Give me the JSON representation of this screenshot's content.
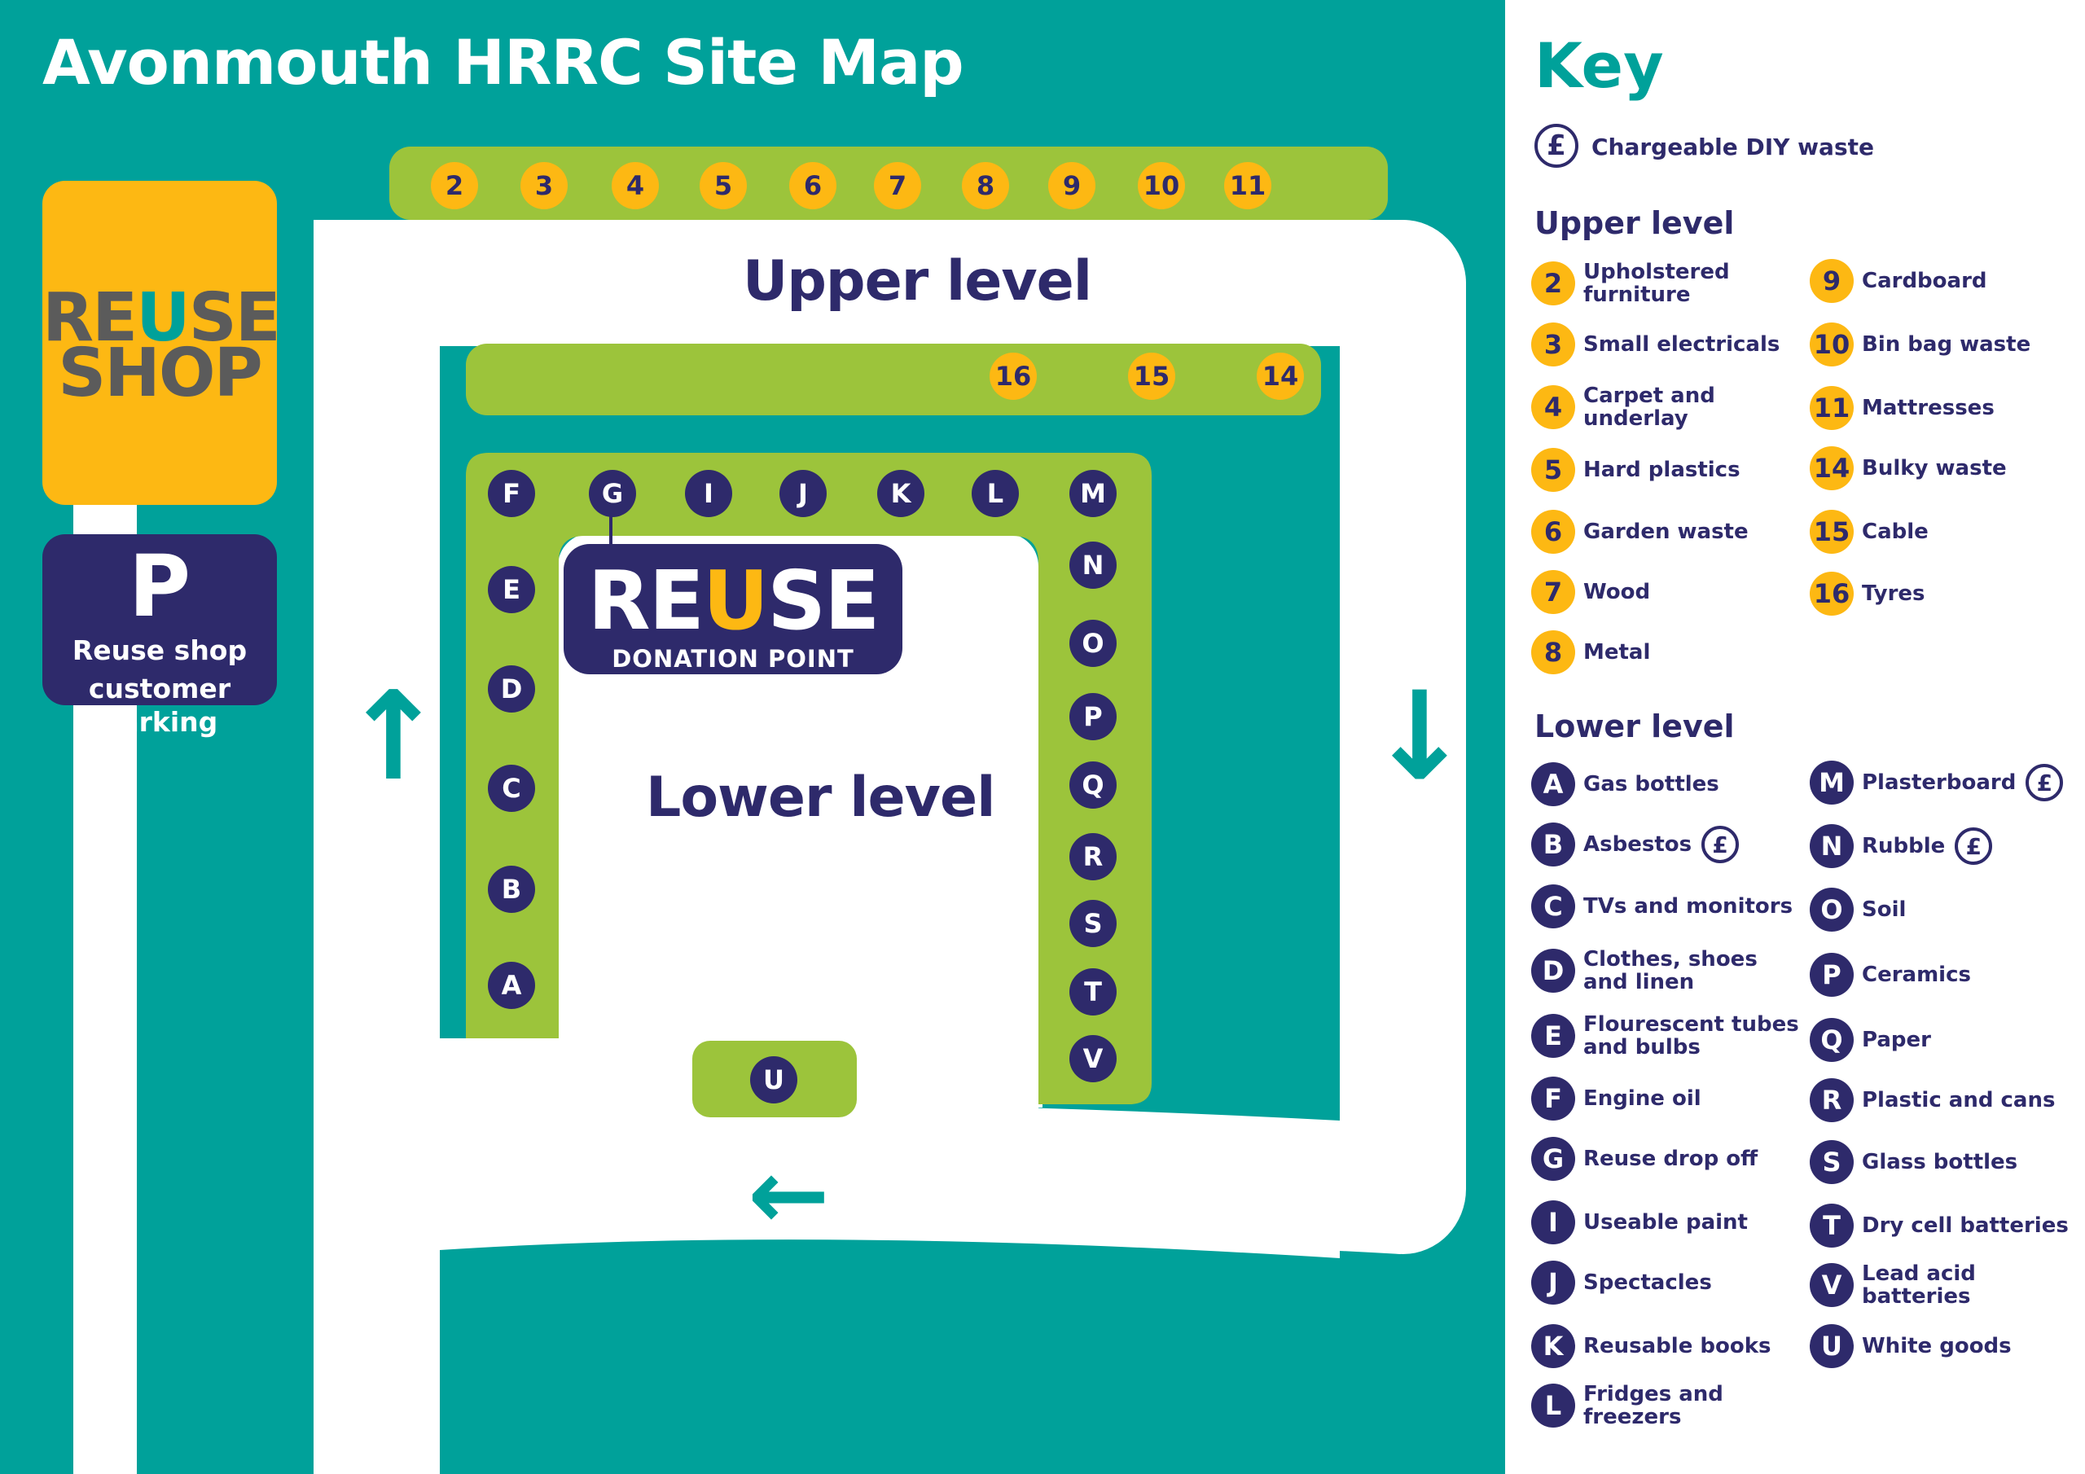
{
  "map": {
    "title": "Avonmouth HRRC Site Map",
    "upper_level_label": "Upper level",
    "lower_level_label": "Lower level",
    "reuse_shop": {
      "line1_pre": "RE",
      "line1_u": "U",
      "line1_post": "SE",
      "line2": "SHOP"
    },
    "parking": {
      "symbol": "P",
      "line1": "Reuse shop",
      "line2": "customer parking"
    },
    "donation_point": {
      "word_pre": "RE",
      "word_u": "U",
      "word_post": "SE",
      "subtitle": "DONATION POINT"
    },
    "upper_bays_top": [
      "2",
      "3",
      "4",
      "5",
      "6",
      "7",
      "8",
      "9",
      "10",
      "11"
    ],
    "upper_bays_inner": [
      "16",
      "15",
      "14"
    ],
    "lower_bays_left": [
      "F",
      "E",
      "D",
      "C",
      "B",
      "A"
    ],
    "lower_bays_top": [
      "G",
      "I",
      "J",
      "K",
      "L",
      "M"
    ],
    "lower_bays_right": [
      "N",
      "O",
      "P",
      "Q",
      "R",
      "S",
      "T",
      "V"
    ],
    "lower_bay_bottom": "U",
    "arrows": {
      "up": "↑",
      "down": "↓",
      "left": "←"
    }
  },
  "key": {
    "title": "Key",
    "chargeable_symbol": "£",
    "chargeable_label": "Chargeable DIY waste",
    "upper_heading": "Upper level",
    "lower_heading": "Lower level",
    "upper_col1": [
      {
        "code": "2",
        "label": "Upholstered furniture"
      },
      {
        "code": "3",
        "label": "Small electricals"
      },
      {
        "code": "4",
        "label": "Carpet and underlay"
      },
      {
        "code": "5",
        "label": "Hard plastics"
      },
      {
        "code": "6",
        "label": "Garden waste"
      },
      {
        "code": "7",
        "label": "Wood"
      },
      {
        "code": "8",
        "label": "Metal"
      }
    ],
    "upper_col2": [
      {
        "code": "9",
        "label": "Cardboard"
      },
      {
        "code": "10",
        "label": "Bin bag waste"
      },
      {
        "code": "11",
        "label": "Mattresses"
      },
      {
        "code": "14",
        "label": "Bulky waste"
      },
      {
        "code": "15",
        "label": "Cable"
      },
      {
        "code": "16",
        "label": "Tyres"
      }
    ],
    "lower_col1": [
      {
        "code": "A",
        "label": "Gas bottles"
      },
      {
        "code": "B",
        "label": "Asbestos",
        "chargeable": true
      },
      {
        "code": "C",
        "label": "TVs and monitors"
      },
      {
        "code": "D",
        "label": "Clothes, shoes and linen"
      },
      {
        "code": "E",
        "label": "Flourescent tubes and bulbs"
      },
      {
        "code": "F",
        "label": "Engine oil"
      },
      {
        "code": "G",
        "label": "Reuse drop off"
      },
      {
        "code": "I",
        "label": "Useable paint"
      },
      {
        "code": "J",
        "label": "Spectacles"
      },
      {
        "code": "K",
        "label": "Reusable books"
      },
      {
        "code": "L",
        "label": "Fridges and freezers"
      }
    ],
    "lower_col2": [
      {
        "code": "M",
        "label": "Plasterboard",
        "chargeable": true
      },
      {
        "code": "N",
        "label": "Rubble",
        "chargeable": true
      },
      {
        "code": "O",
        "label": "Soil"
      },
      {
        "code": "P",
        "label": "Ceramics"
      },
      {
        "code": "Q",
        "label": "Paper"
      },
      {
        "code": "R",
        "label": "Plastic and cans"
      },
      {
        "code": "S",
        "label": "Glass bottles"
      },
      {
        "code": "T",
        "label": "Dry cell batteries"
      },
      {
        "code": "V",
        "label": "Lead acid batteries"
      },
      {
        "code": "U",
        "label": "White goods"
      }
    ]
  },
  "colors": {
    "teal": "#00A19A",
    "navy": "#2E2A6B",
    "yellow": "#FDB813",
    "green": "#9CC43B",
    "road": "#FFFFFF"
  }
}
